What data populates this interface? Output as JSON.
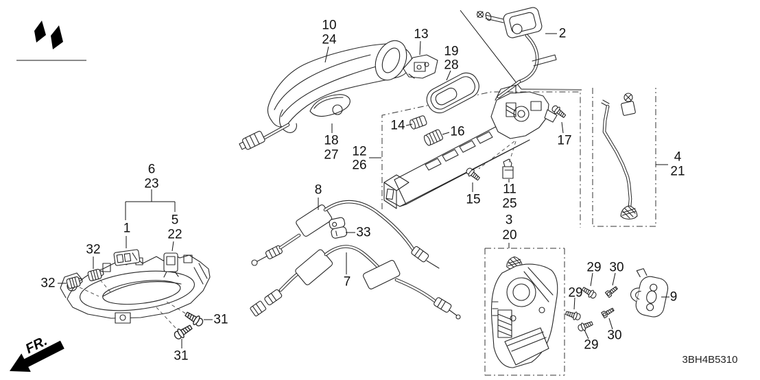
{
  "diagram": {
    "code": "3BH4B5310",
    "fr_label": "FR.",
    "background": "#ffffff",
    "line_color": "#1a1a1a",
    "callouts": [
      {
        "label": "10"
      },
      {
        "label": "24"
      },
      {
        "label": "13"
      },
      {
        "label": "19"
      },
      {
        "label": "28"
      },
      {
        "label": "2"
      },
      {
        "label": "14"
      },
      {
        "label": "16"
      },
      {
        "label": "17"
      },
      {
        "label": "12"
      },
      {
        "label": "26"
      },
      {
        "label": "18"
      },
      {
        "label": "27"
      },
      {
        "label": "6"
      },
      {
        "label": "23"
      },
      {
        "label": "1"
      },
      {
        "label": "5"
      },
      {
        "label": "22"
      },
      {
        "label": "32"
      },
      {
        "label": "32"
      },
      {
        "label": "31"
      },
      {
        "label": "31"
      },
      {
        "label": "8"
      },
      {
        "label": "33"
      },
      {
        "label": "7"
      },
      {
        "label": "15"
      },
      {
        "label": "11"
      },
      {
        "label": "25"
      },
      {
        "label": "3"
      },
      {
        "label": "20"
      },
      {
        "label": "4"
      },
      {
        "label": "21"
      },
      {
        "label": "29"
      },
      {
        "label": "30"
      },
      {
        "label": "29"
      },
      {
        "label": "30"
      },
      {
        "label": "29"
      },
      {
        "label": "9"
      }
    ]
  }
}
